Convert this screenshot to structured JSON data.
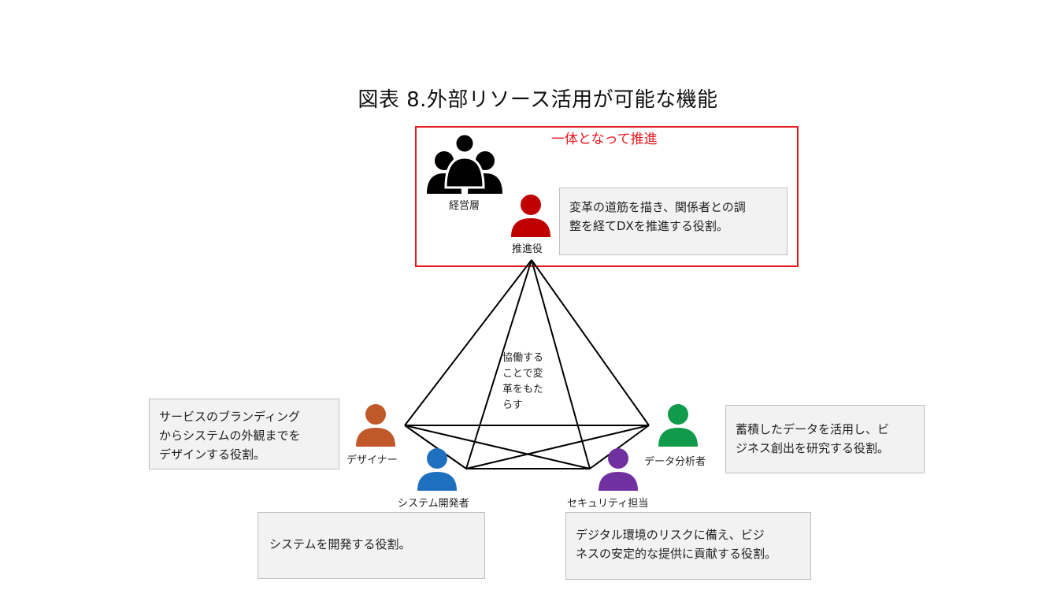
{
  "title": "図表 8.外部リソース活用が可能な機能",
  "group_label": "一体となって推進",
  "colors": {
    "management": "#000000",
    "promoter": "#c00000",
    "designer": "#c0582a",
    "developer": "#1f6fbf",
    "data_analyst": "#0f9b4a",
    "security": "#7030a0",
    "group_border": "#e8161d"
  },
  "roles": {
    "management": "経営層",
    "promoter": "推進役",
    "designer": "デザイナー",
    "developer": "システム開発者",
    "data_analyst": "データ分析者",
    "security": "セキュリティ担当"
  },
  "descriptions": {
    "promoter": "変革の道筋を描き、関係者との調\n整を経てDXを推進する役割。",
    "designer": "サービスのブランディング\nからシステムの外観までを\nデザインする役割。",
    "developer": "システムを開発する役割。",
    "data_analyst": "蓄積したデータを活用し、ビ\nジネス創出を研究する役割。",
    "security": "デジタル環境のリスクに備え、ビジ\nネスの安定的な提供に貢献する役割。"
  },
  "center_text": "協働する\nことで変\n革をもた\nらす"
}
